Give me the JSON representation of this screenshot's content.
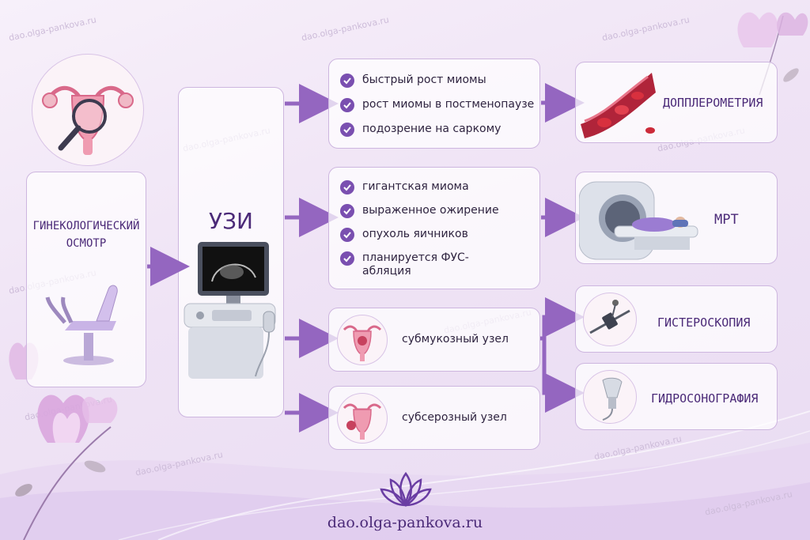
{
  "watermark": "dao.olga-pankova.ru",
  "exam": {
    "title_line1": "ГИНЕКОЛОГИЧЕСКИЙ",
    "title_line2": "ОСМОТР"
  },
  "uzi": {
    "title": "УЗИ"
  },
  "group1": {
    "items": [
      "быстрый рост миомы",
      "рост миомы в постменопаузе",
      "подозрение на саркому"
    ]
  },
  "group2": {
    "items": [
      "гигантская миома",
      "выраженное ожирение",
      "опухоль яичников",
      "планируется ФУС-",
      "абляция"
    ]
  },
  "node_submucous": {
    "label": "субмукозный узел"
  },
  "node_subserous": {
    "label": "субсерозный узел"
  },
  "methods": {
    "doppler": "ДОППЛЕРОМЕТРИЯ",
    "mri": "МРТ",
    "hysteroscopy": "ГИСТЕРОСКОПИЯ",
    "hydrosonography": "ГИДРОСОНОГРАФИЯ"
  },
  "footer": {
    "site": "dao.olga-pankova.ru"
  },
  "colors": {
    "accent": "#7a4fb0",
    "title": "#4b2a78",
    "border": "#cdb6df"
  },
  "icons": [
    "uterus-magnifier-icon",
    "gyn-chair-icon",
    "ultrasound-machine-icon",
    "check-icon",
    "blood-vessel-icon",
    "mri-scanner-icon",
    "hysteroscope-icon",
    "ultrasound-probe-icon",
    "lotus-logo-icon",
    "uterus-node-icon"
  ]
}
